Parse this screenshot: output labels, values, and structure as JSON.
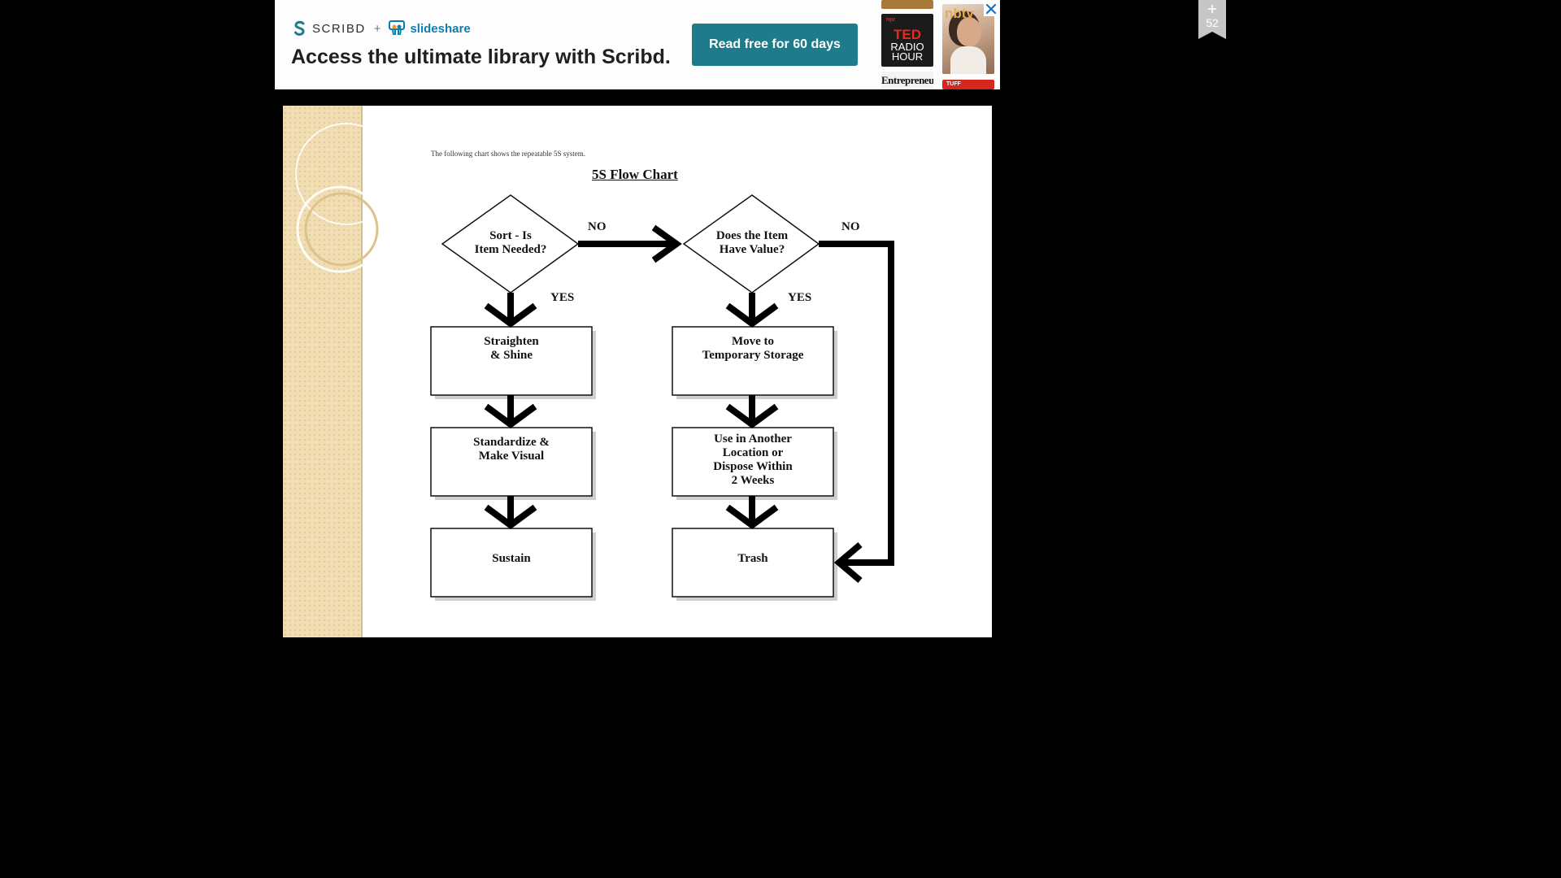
{
  "ad": {
    "brand_scribd": "SCRIBD",
    "brand_plus": "+",
    "brand_slideshare": "slideshare",
    "headline": "Access the ultimate library with Scribd.",
    "cta_label": "Read free for 60 days",
    "covers": {
      "ted_npr": "npr",
      "ted_big": "TED",
      "ted_small": "RADIO\nHOUR",
      "entrepreneur": "Entrepreneur",
      "magazine_title": "nbty",
      "red_cover": "TUFF"
    },
    "close_icon": "close-icon",
    "colors": {
      "cta": "#1e7b8c",
      "close": "#1670c9"
    }
  },
  "bookmark": {
    "icon": "bookmark-add-icon",
    "plus": "+",
    "count": "52"
  },
  "slide": {
    "caption": "The following chart shows the repeatable 5S system.",
    "title": "5S  Flow Chart",
    "decision_sort": "Sort - Is\nItem Needed?",
    "decision_value": "Does the Item\nHave Value?",
    "label_no_1": "NO",
    "label_no_2": "NO",
    "label_yes_1": "YES",
    "label_yes_2": "YES",
    "box_straighten": "Straighten\n& Shine",
    "box_standardize": "Standardize &\nMake Visual",
    "box_sustain": "Sustain",
    "box_move": "Move to\nTemporary Storage",
    "box_use": "Use in Another\nLocation or\nDispose Within\n2 Weeks",
    "box_trash": "Trash"
  }
}
